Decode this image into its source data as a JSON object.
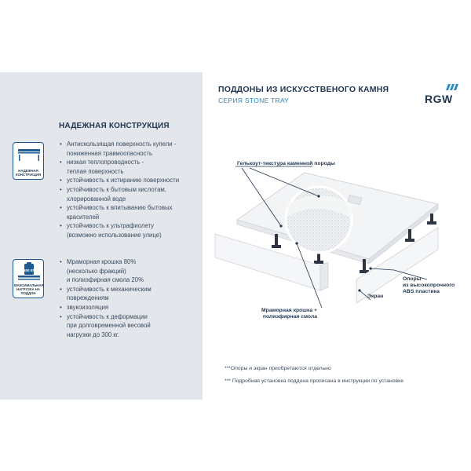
{
  "header": {
    "title": "ПОДДОНЫ ИЗ ИСКУССТВЕНОГО КАМНЯ",
    "subtitle": "СЕРИЯ STONE TRAY",
    "logo": "RGW"
  },
  "left": {
    "section_title": "НАДЕЖНАЯ КОНСТРУКЦИЯ",
    "badge1": "НАДЕЖНАЯ КОНСТРУКЦИЯ",
    "badge2": "МАКСИМАЛЬНАЯ НАГРУЗКА НА ПОДДОН",
    "badge2_weight": "300 КГ",
    "list1": [
      {
        "lines": [
          "Антискользящая поверхность купели -",
          "пониженная травмоопасность"
        ]
      },
      {
        "lines": [
          "низкая теплопроводность -",
          "теплая поверхность"
        ]
      },
      {
        "lines": [
          "устойчивость к истиранию поверхности"
        ]
      },
      {
        "lines": [
          "устойчивость к бытовым кислотам,",
          "хлорированной воде"
        ]
      },
      {
        "lines": [
          "устойчивость к впитыванию бытовых",
          "красителей"
        ]
      },
      {
        "lines": [
          "устойчивость к ультрафиолету",
          "(возможно использование улице)"
        ]
      }
    ],
    "list2": [
      {
        "lines": [
          "Мраморная крошка 80%",
          "(несколько фракций)",
          "и полиэфирная смола 20%"
        ]
      },
      {
        "lines": [
          "устойчивость к механическим",
          "повреждениям"
        ]
      },
      {
        "lines": [
          "звукоизоляция"
        ]
      },
      {
        "lines": [
          "устойчивость к деформации",
          "при долговременной весовой",
          "нагрузки до 300 кг."
        ]
      }
    ]
  },
  "callouts": {
    "gelcoat": "Гелькоут-текстура каменной породы",
    "supports_1": "Опоры",
    "supports_2": "из высокопрочного",
    "supports_3": "ABS пластика",
    "screen": "Экран",
    "marble_1": "Мраморная крошка +",
    "marble_2": "полиэфирная смола"
  },
  "footnotes": {
    "f1": "***Опоры и экран приобретаются отдельно",
    "f2": "*** Подробная установка поддона прописана в инструкции по установке"
  },
  "colors": {
    "left_panel": "#e3e7ec",
    "navy": "#1f3550",
    "accent_blue": "#2a8ac7",
    "logo_blue": "#1e5a92"
  }
}
